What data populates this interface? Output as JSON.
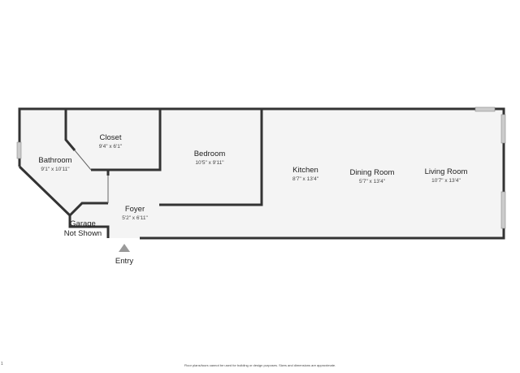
{
  "rooms": {
    "closet": {
      "name": "Closet",
      "dims": "9'4\" x 6'1\""
    },
    "bathroom": {
      "name": "Bathroom",
      "dims": "9'1\" x 10'11\""
    },
    "bedroom": {
      "name": "Bedroom",
      "dims": "10'5\" x 9'11\""
    },
    "foyer": {
      "name": "Foyer",
      "dims": "5'2\" x 6'11\""
    },
    "kitchen": {
      "name": "Kitchen",
      "dims": "8'7\" x 13'4\""
    },
    "dining": {
      "name": "Dining Room",
      "dims": "5'7\" x 13'4\""
    },
    "living": {
      "name": "Living Room",
      "dims": "10'7\" x 13'4\""
    }
  },
  "labels": {
    "garage_line1": "Garage",
    "garage_line2": "Not Shown",
    "entry": "Entry",
    "corner_mark": "1"
  },
  "disclaimer": "Floor plans/tours cannot be used for building or design purposes. Sizes and dimensions are approximate.",
  "colors": {
    "wall": "#333333",
    "floor": "#f4f4f4",
    "window": "#cccccc",
    "entry_arrow": "#9a9a9a"
  }
}
